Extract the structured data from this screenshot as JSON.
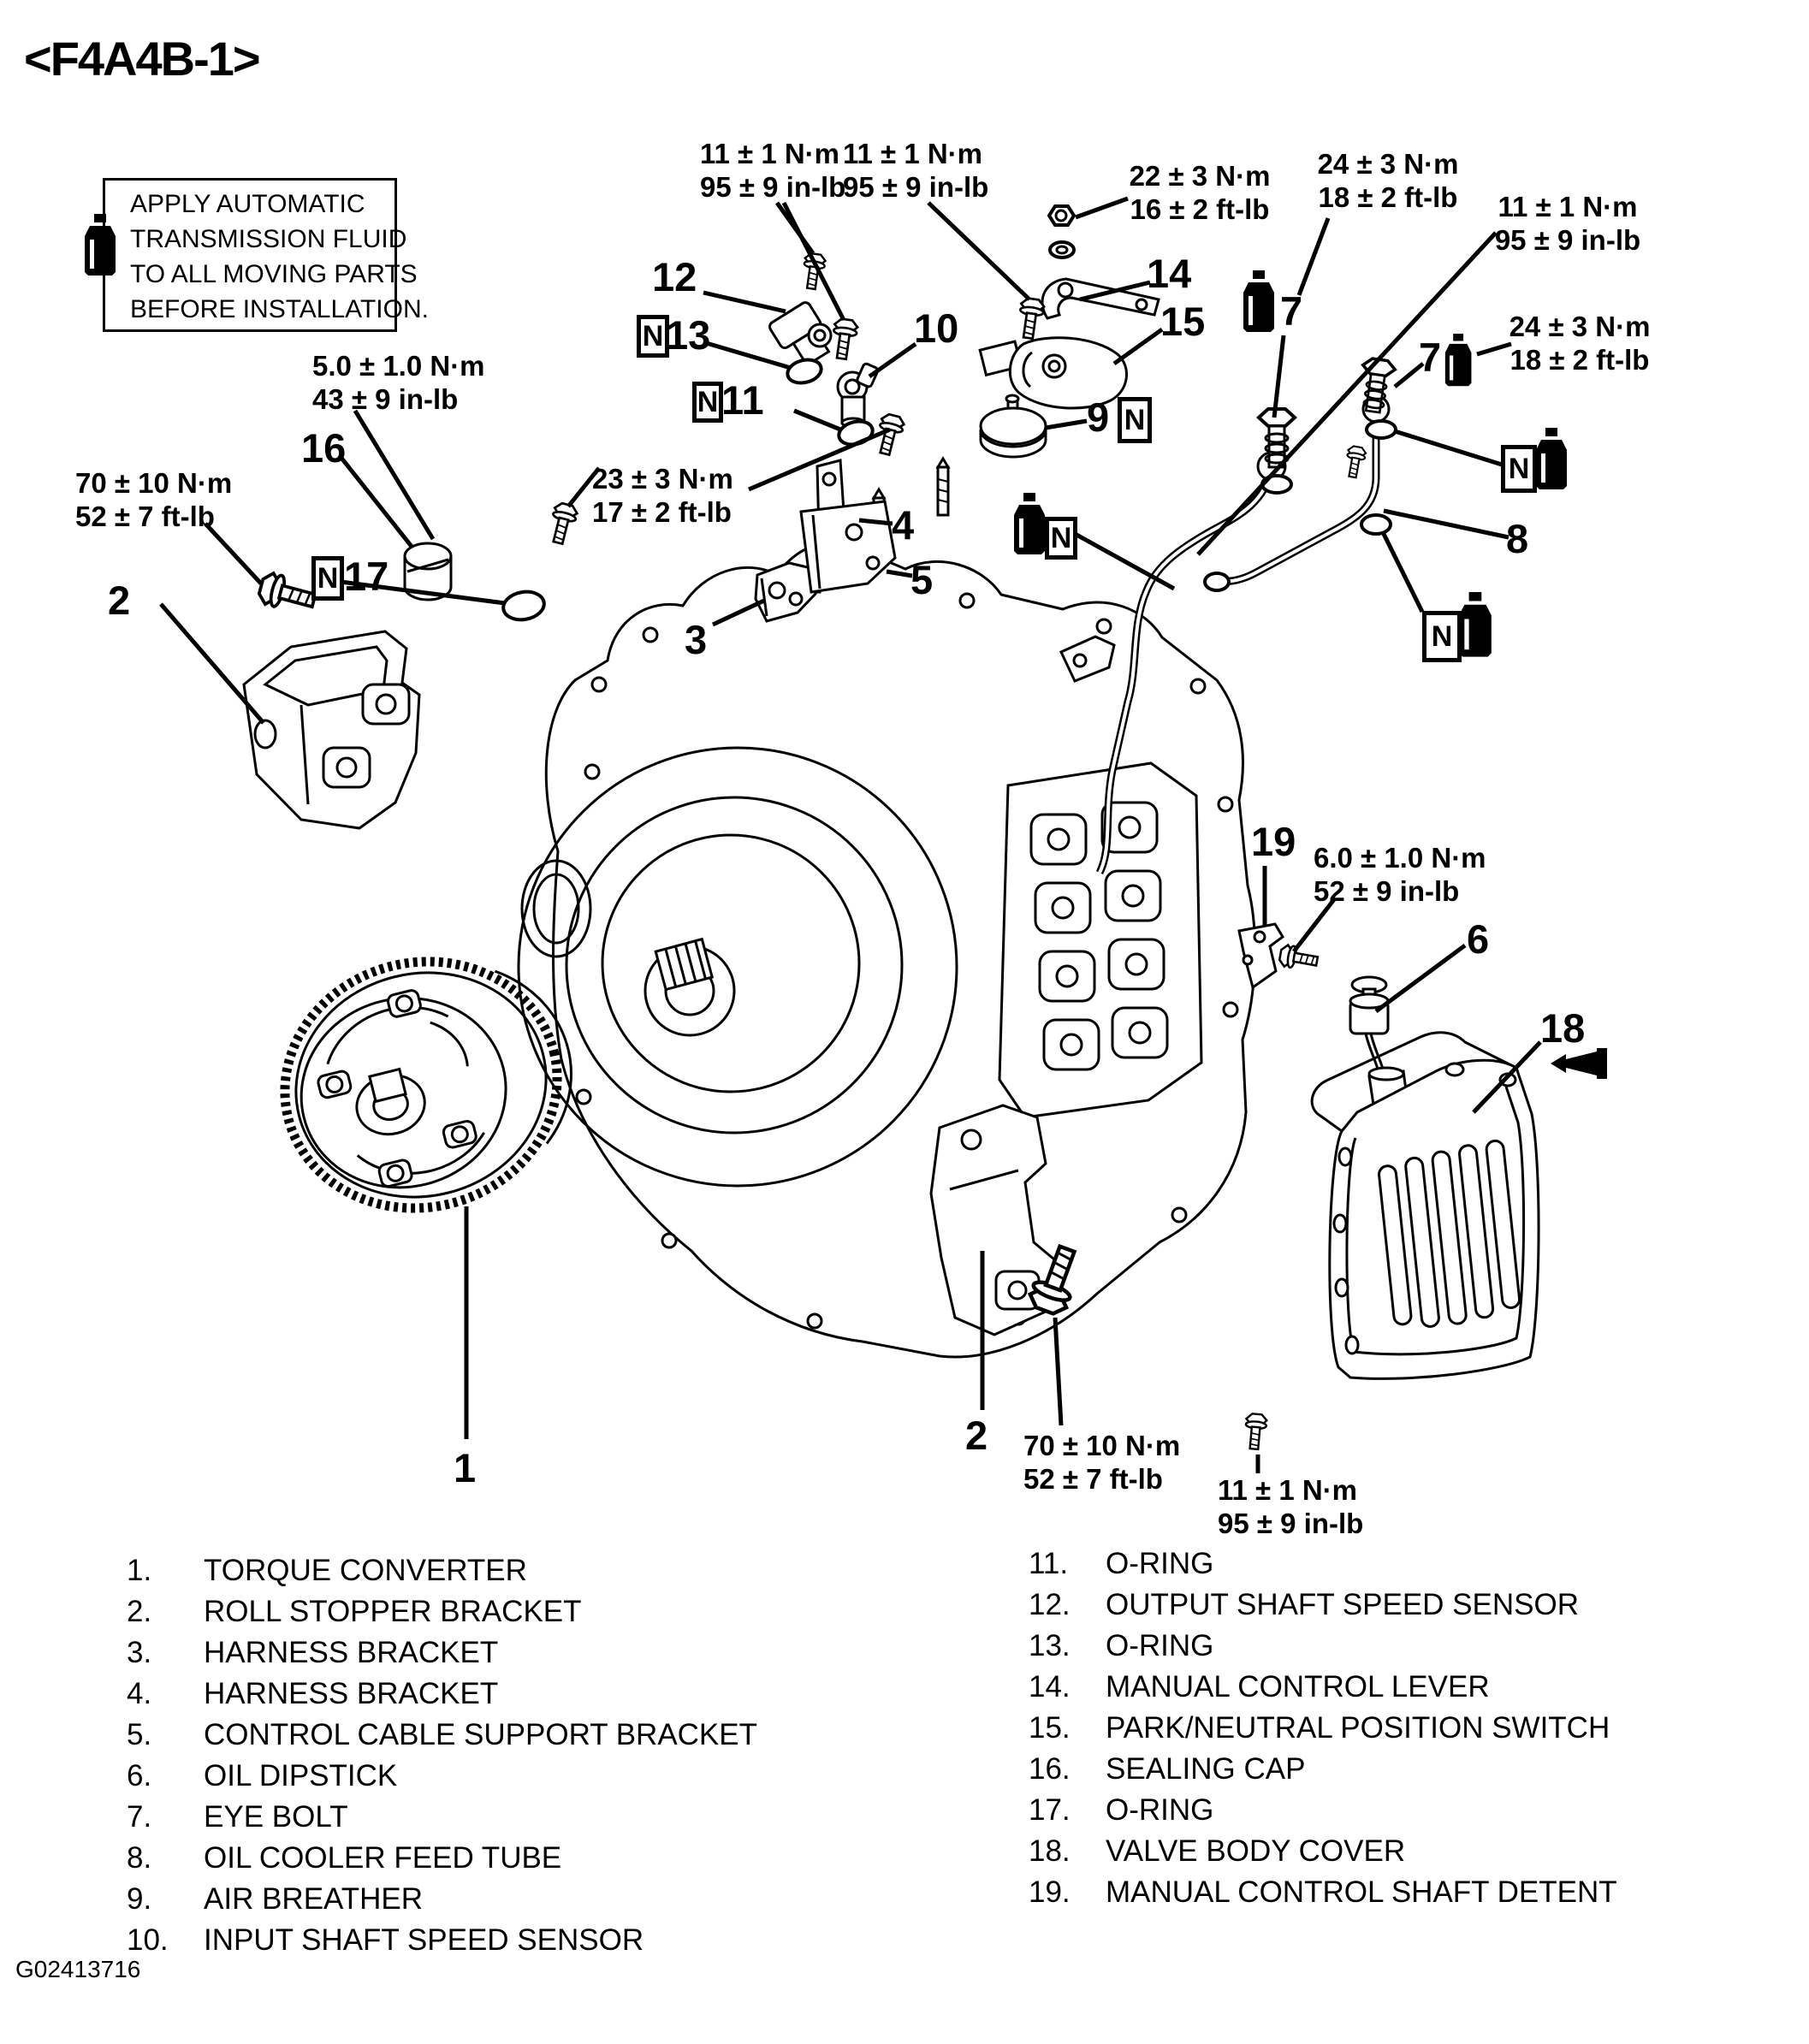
{
  "figure": {
    "title": "<F4A4B-1>",
    "code": "G02413716"
  },
  "note": {
    "icon": "atf-bottle-icon",
    "lines": [
      "APPLY AUTOMATIC",
      "TRANSMISSION FLUID",
      "TO ALL MOVING PARTS",
      "BEFORE INSTALLATION."
    ]
  },
  "symbols": {
    "n_marker": "N"
  },
  "torque_specs": [
    {
      "id": "ts-11-top-left",
      "metric": "11 ± 1 N·m",
      "imperial": "95 ± 9 in-lb"
    },
    {
      "id": "ts-11-top-mid",
      "metric": "11 ± 1 N·m",
      "imperial": "95 ± 9 in-lb"
    },
    {
      "id": "ts-22-top",
      "metric": "22 ± 3 N·m",
      "imperial": "16 ± 2 ft-lb"
    },
    {
      "id": "ts-24-top",
      "metric": "24 ± 3 N·m",
      "imperial": "18 ± 2 ft-lb"
    },
    {
      "id": "ts-11-right",
      "metric": "11 ± 1 N·m",
      "imperial": "95 ± 9 in-lb"
    },
    {
      "id": "ts-24-right",
      "metric": "24 ± 3 N·m",
      "imperial": "18 ± 2 ft-lb"
    },
    {
      "id": "ts-5nm",
      "metric": "5.0 ± 1.0 N·m",
      "imperial": "43 ± 9 in-lb"
    },
    {
      "id": "ts-70-left",
      "metric": "70 ± 10 N·m",
      "imperial": "52 ± 7 ft-lb"
    },
    {
      "id": "ts-23",
      "metric": "23 ± 3 N·m",
      "imperial": "17 ± 2 ft-lb"
    },
    {
      "id": "ts-6nm",
      "metric": "6.0 ± 1.0 N·m",
      "imperial": "52 ± 9 in-lb"
    },
    {
      "id": "ts-70-bottom",
      "metric": "70 ± 10 N·m",
      "imperial": "52 ± 7 ft-lb"
    },
    {
      "id": "ts-11-bottom",
      "metric": "11 ± 1 N·m",
      "imperial": "95 ± 9 in-lb"
    }
  ],
  "callouts": {
    "c1": "1",
    "c2_left": "2",
    "c2_bottom": "2",
    "c3": "3",
    "c4": "4",
    "c5": "5",
    "c6": "6",
    "c7_a": "7",
    "c7_b": "7",
    "c8": "8",
    "c9": "9",
    "c10": "10",
    "c11": "11",
    "c12": "12",
    "c13": "13",
    "c14": "14",
    "c15": "15",
    "c16": "16",
    "c17": "17",
    "c18": "18",
    "c19": "19"
  },
  "legend": {
    "left": [
      {
        "num": "1.",
        "name": "TORQUE CONVERTER"
      },
      {
        "num": "2.",
        "name": "ROLL STOPPER BRACKET"
      },
      {
        "num": "3.",
        "name": "HARNESS BRACKET"
      },
      {
        "num": "4.",
        "name": "HARNESS BRACKET"
      },
      {
        "num": "5.",
        "name": "CONTROL CABLE SUPPORT BRACKET"
      },
      {
        "num": "6.",
        "name": "OIL DIPSTICK"
      },
      {
        "num": "7.",
        "name": "EYE BOLT"
      },
      {
        "num": "8.",
        "name": "OIL COOLER FEED TUBE"
      },
      {
        "num": "9.",
        "name": "AIR BREATHER"
      },
      {
        "num": "10.",
        "name": "INPUT SHAFT SPEED SENSOR"
      }
    ],
    "right": [
      {
        "num": "11.",
        "name": "O-RING"
      },
      {
        "num": "12.",
        "name": "OUTPUT SHAFT SPEED SENSOR"
      },
      {
        "num": "13.",
        "name": "O-RING"
      },
      {
        "num": "14.",
        "name": "MANUAL CONTROL LEVER"
      },
      {
        "num": "15.",
        "name": "PARK/NEUTRAL POSITION SWITCH"
      },
      {
        "num": "16.",
        "name": "SEALING CAP"
      },
      {
        "num": "17.",
        "name": "O-RING"
      },
      {
        "num": "18.",
        "name": "VALVE BODY COVER"
      },
      {
        "num": "19.",
        "name": "MANUAL CONTROL SHAFT DETENT"
      }
    ]
  }
}
